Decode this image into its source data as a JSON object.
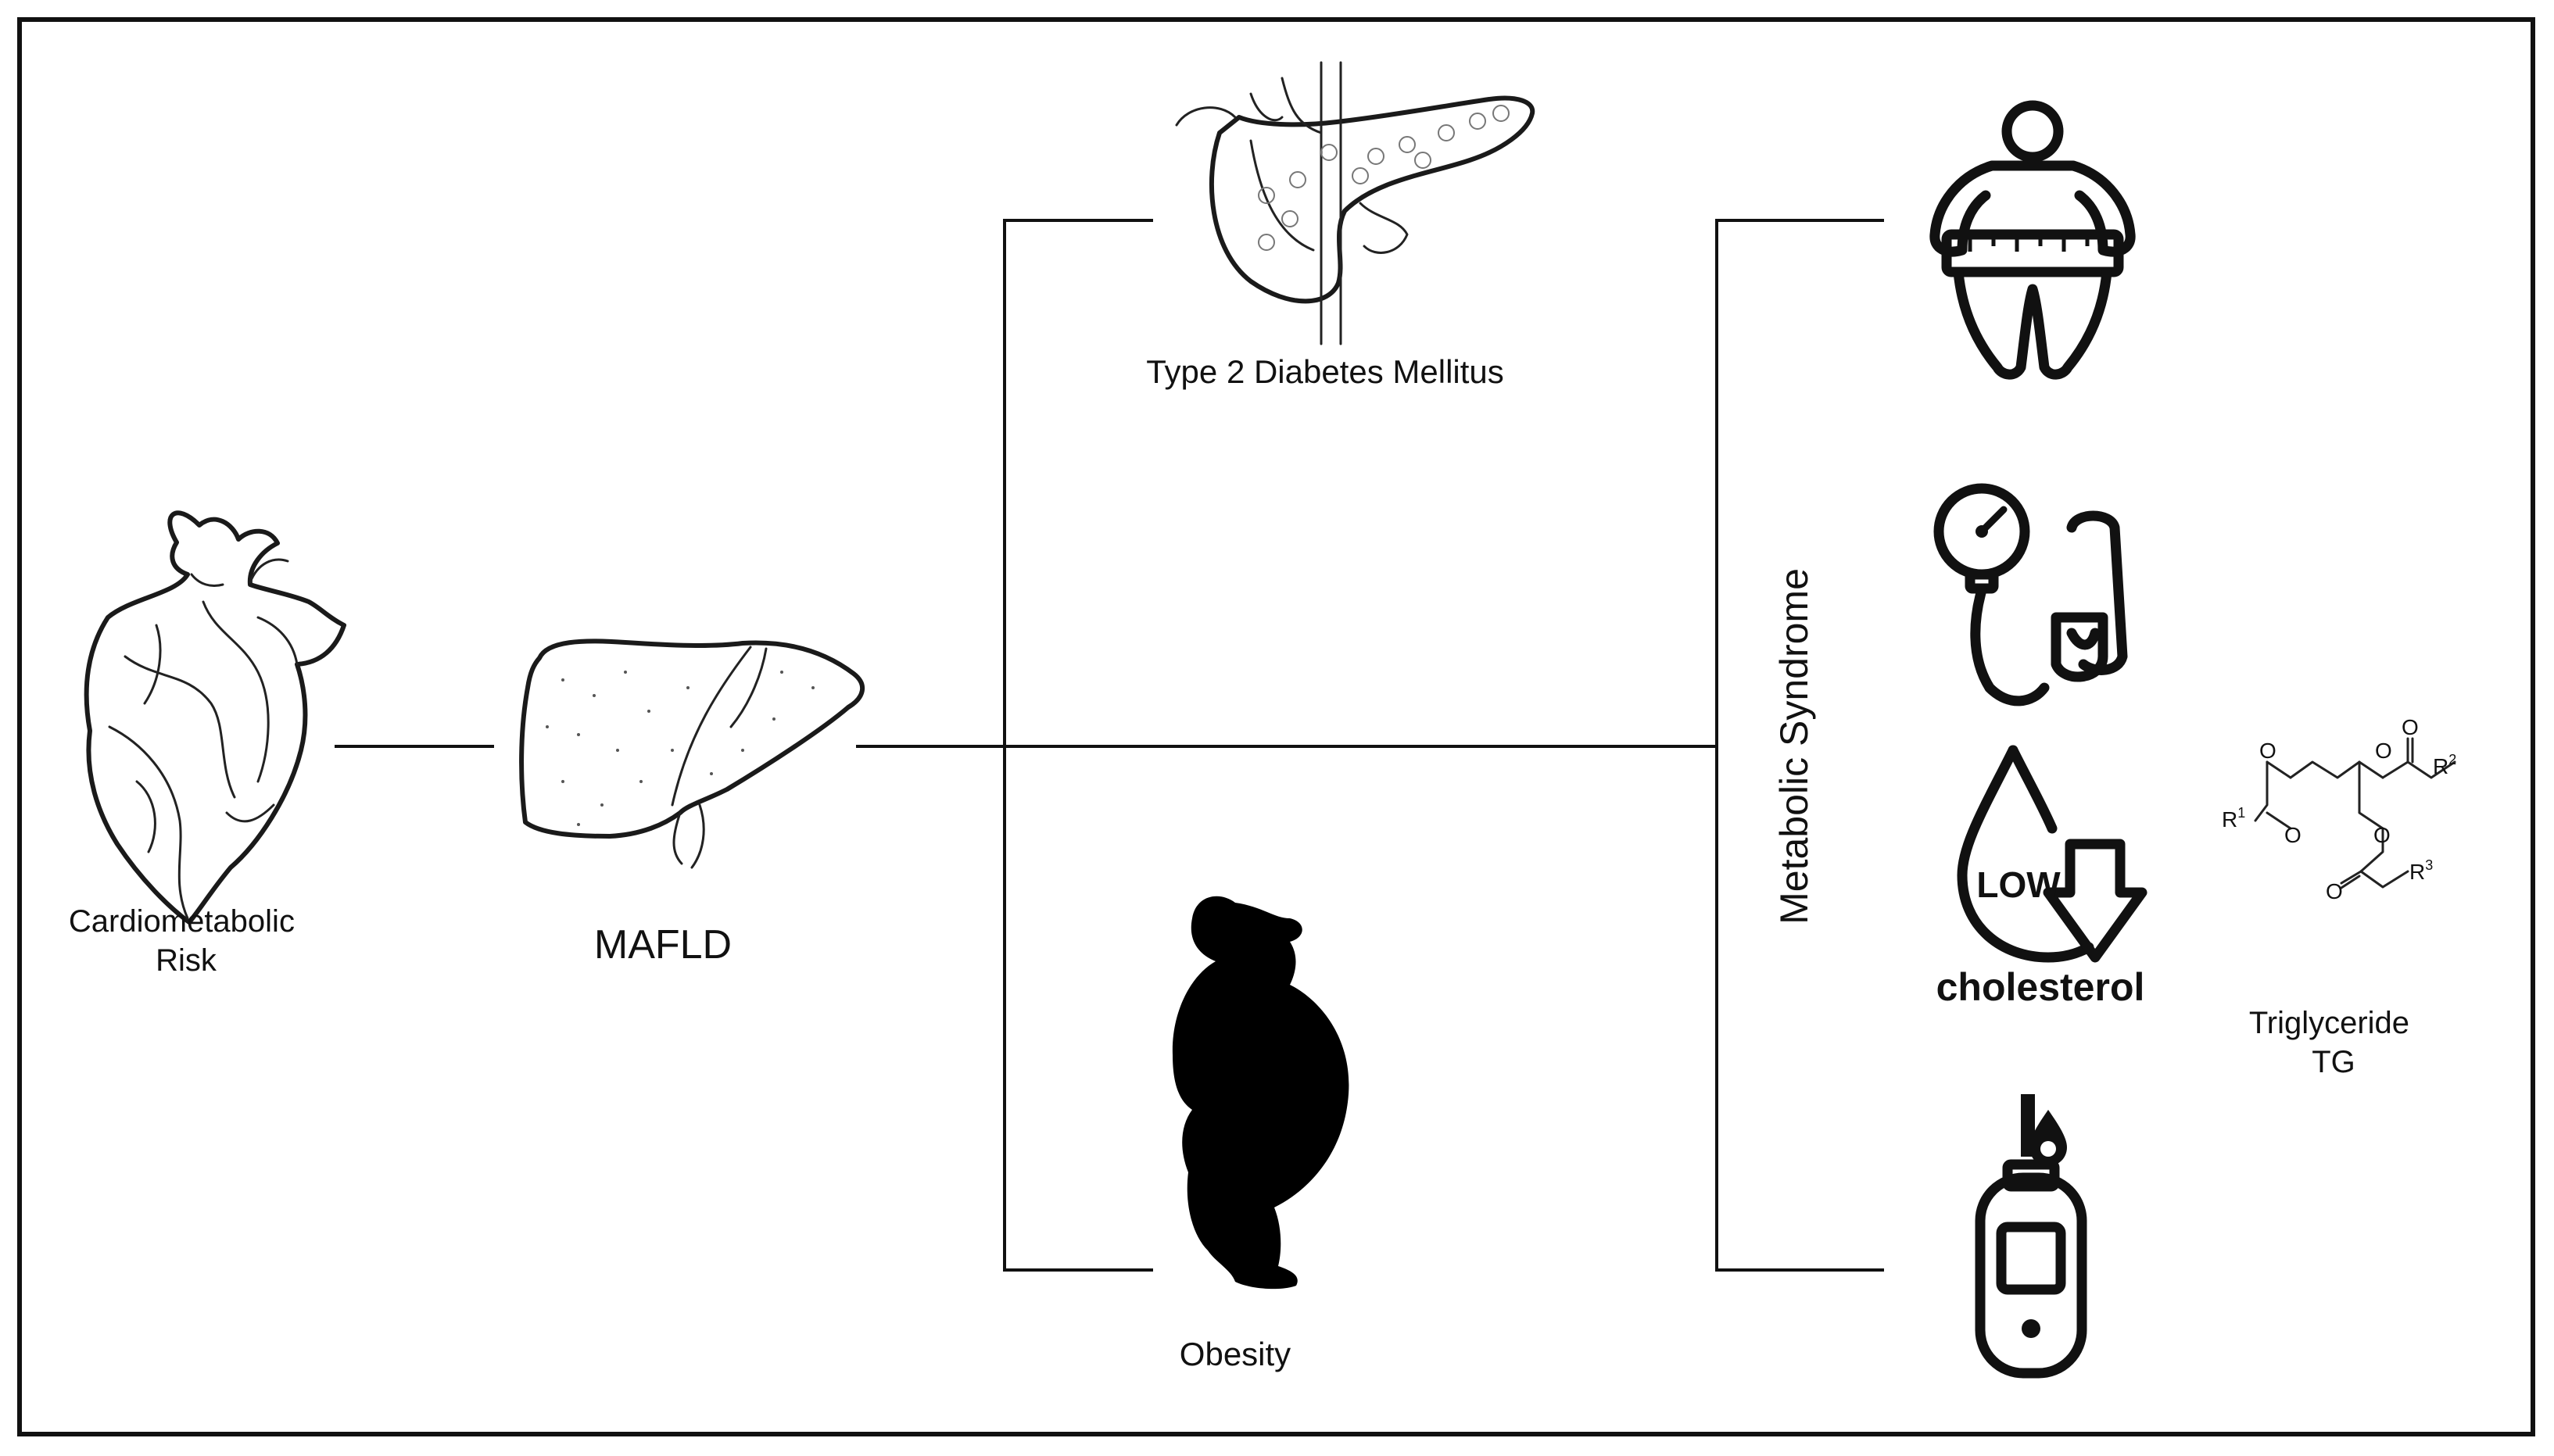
{
  "diagram": {
    "nodes": {
      "cardiometabolic_risk": {
        "lines": [
          "Cardiometabolic",
          "Risk"
        ],
        "icon": "heart-icon"
      },
      "mafld": {
        "label": "MAFLD",
        "icon": "liver-icon"
      },
      "type2_diabetes": {
        "label": "Type 2 Diabetes Mellitus",
        "icon": "pancreas-icon"
      },
      "obesity": {
        "label": "Obesity",
        "icon": "obese-silhouette-icon"
      },
      "metabolic_syndrome": {
        "label": "Metabolic Syndrome"
      },
      "low_cholesterol": {
        "badge": "LOW",
        "word": "cholesterol",
        "icon": "low-cholesterol-icon"
      },
      "triglyceride": {
        "lines": [
          "Triglyceride",
          "TG"
        ],
        "icon": "triglyceride-structure-icon"
      }
    },
    "chemistry": {
      "r1": "R",
      "r1_sup": "1",
      "r2": "R",
      "r2_sup": "2",
      "r3": "R",
      "r3_sup": "3",
      "o": "O"
    },
    "icons": [
      "waist-measure-icon",
      "blood-pressure-icon",
      "glucometer-icon"
    ],
    "colors": {
      "ink": "#111111",
      "background": "#ffffff"
    }
  }
}
